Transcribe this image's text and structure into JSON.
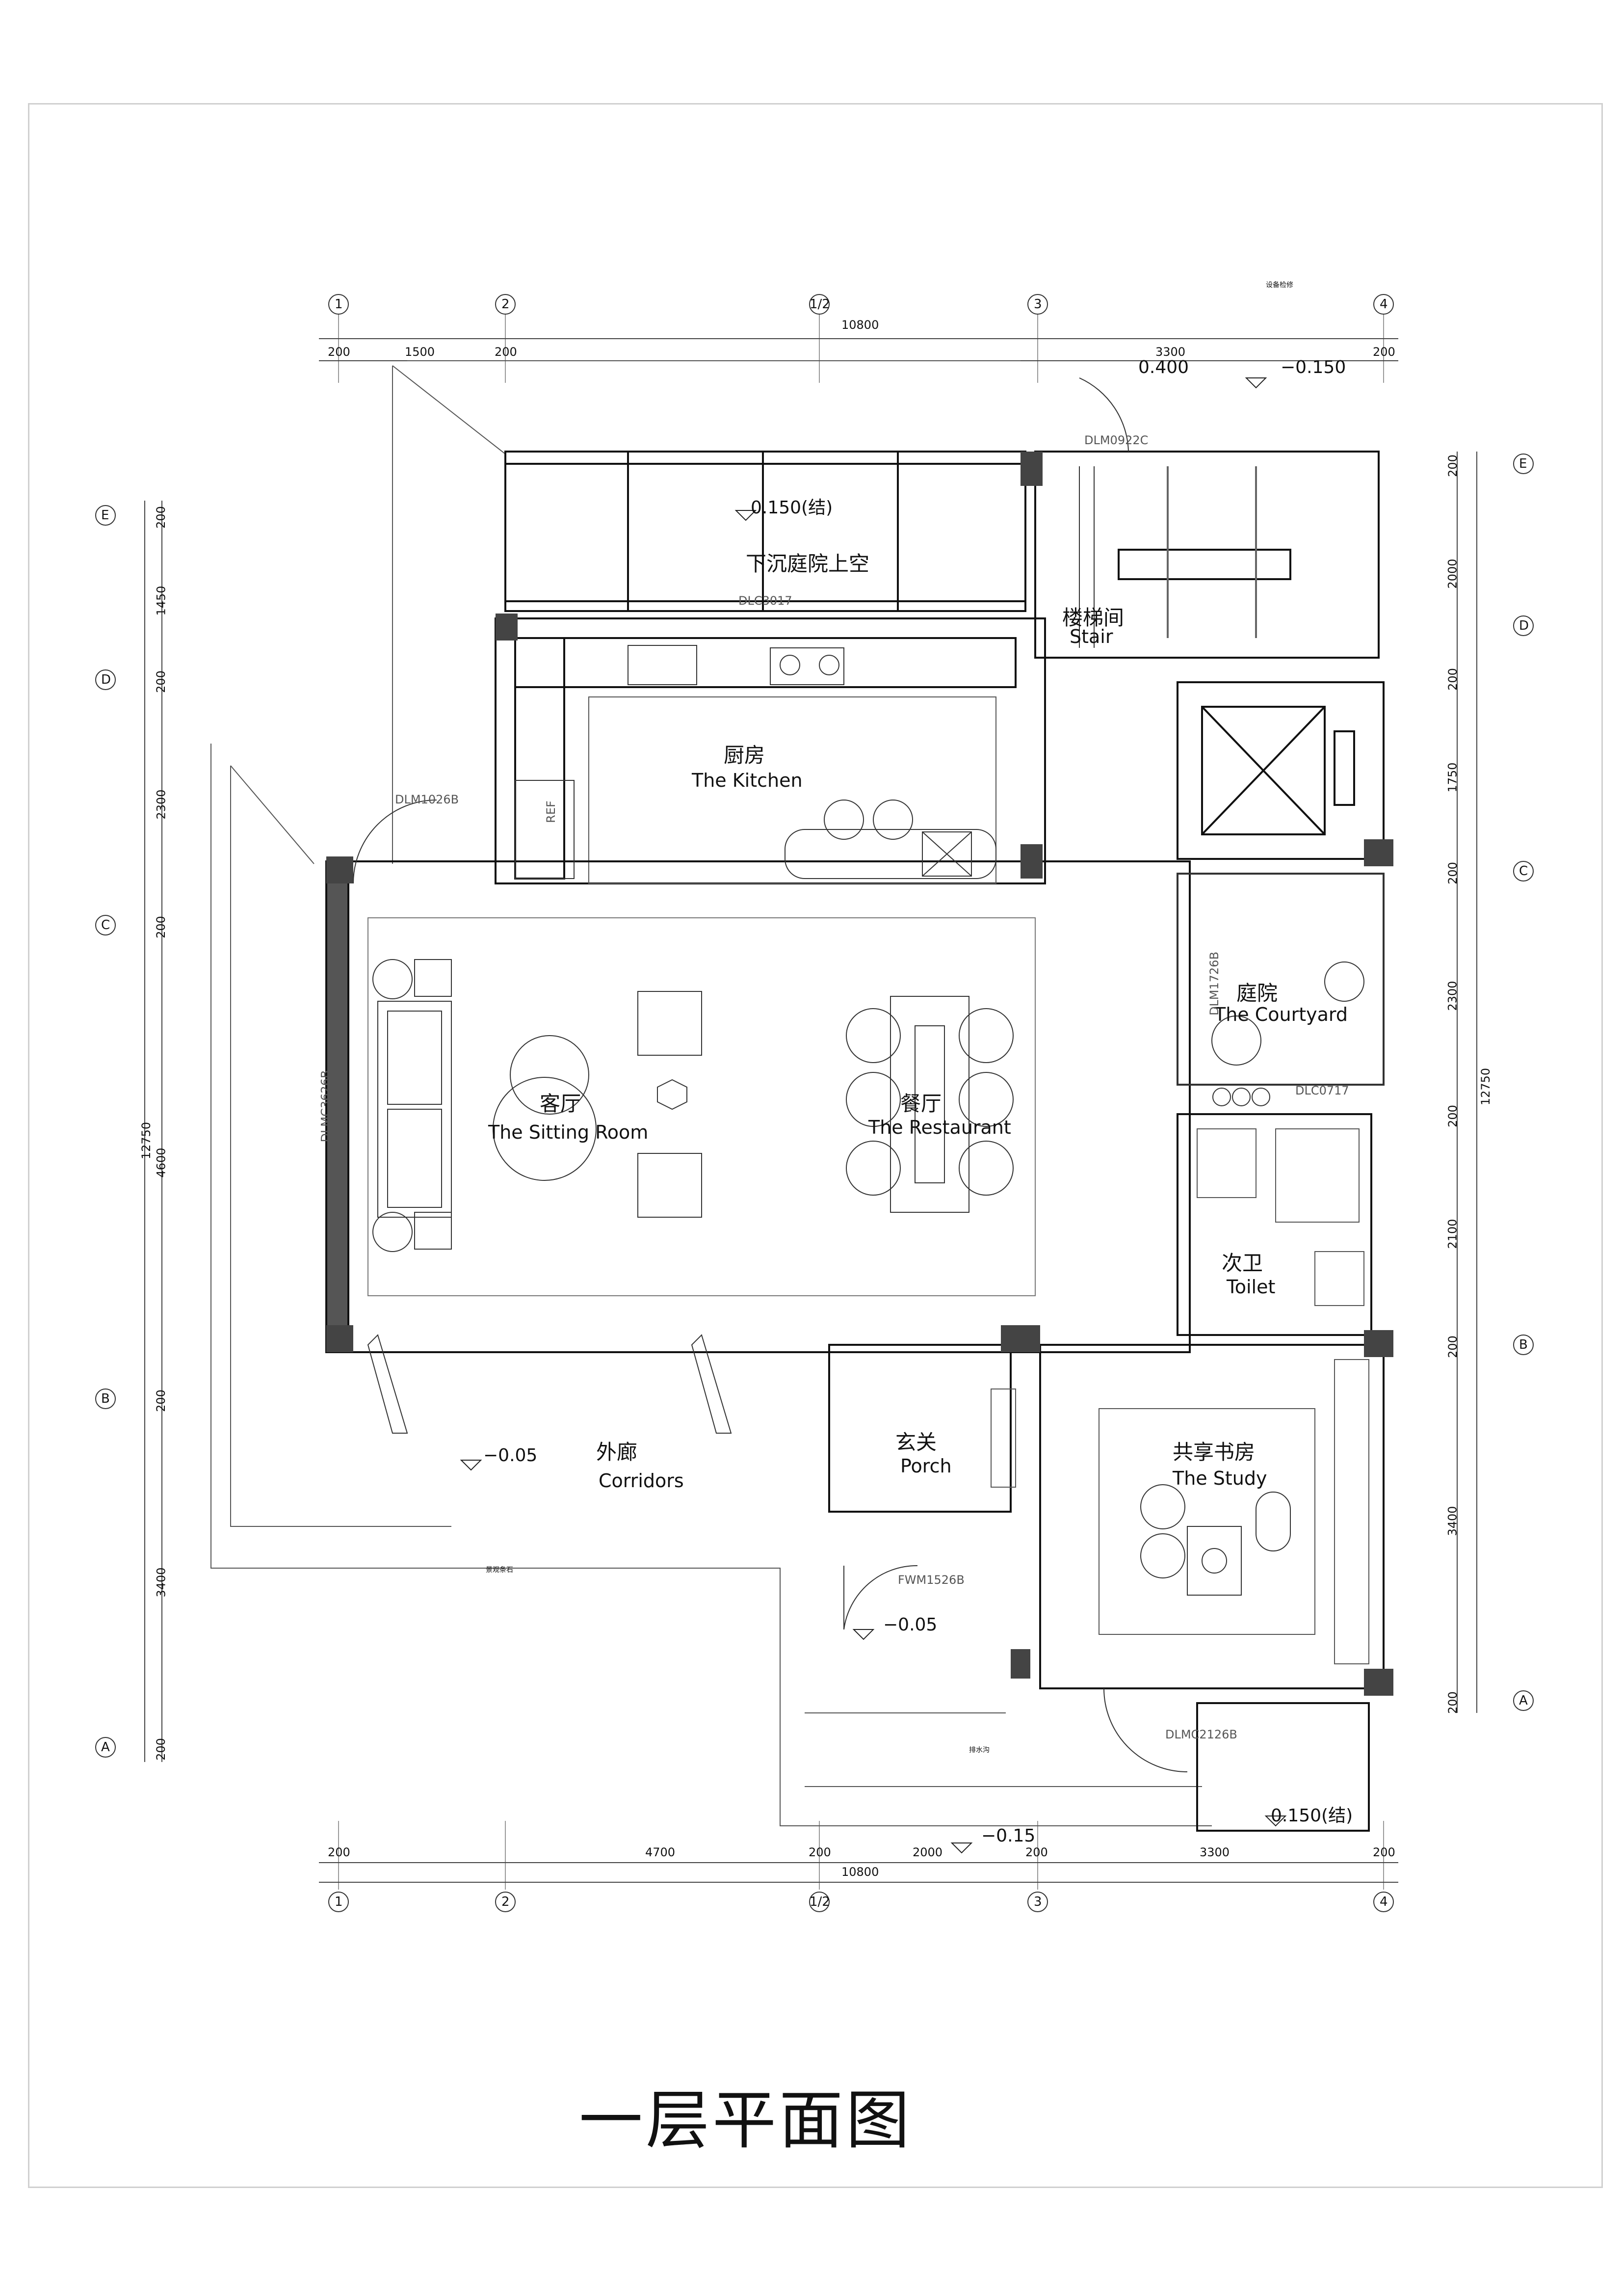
{
  "title": "一层平面图",
  "rooms": {
    "sunken_courtyard": "下沉庭院上空",
    "stair_cn": "楼梯间",
    "stair_en": "Stair",
    "kitchen_cn": "厨房",
    "kitchen_en": "The Kitchen",
    "sitting_cn": "客厅",
    "sitting_en": "The Sitting Room",
    "restaurant_cn": "餐厅",
    "restaurant_en": "The Restaurant",
    "courtyard_cn": "庭院",
    "courtyard_en": "The Courtyard",
    "toilet_cn": "次卫",
    "toilet_en": "Toilet",
    "corridor_cn": "外廊",
    "corridor_en": "Corridors",
    "porch_cn": "玄关",
    "porch_en": "Porch",
    "study_cn": "共享书房",
    "study_en": "The Study"
  },
  "tags": {
    "ref": "REF",
    "dlm0922c": "DLM0922C",
    "dlc3017": "DLC3017",
    "dlm1026b": "DLM1026B",
    "dlmc3626b": "DLMC3626B",
    "dlm1726b": "DLM1726B",
    "dlc0717": "DLC0717",
    "fwm1526b": "FWM1526B",
    "dlmc2126b": "DLMC2126B",
    "equip": "设备检修",
    "stone": "景观条石",
    "drain": "排水沟"
  },
  "levels": {
    "l0400": "0.400",
    "lm0150_top": "−0.150",
    "l0150_sunken": "0.150(结)",
    "lm005_corr": "−0.05",
    "lm005_porch": "−0.05",
    "lm015_bottom": "−0.15",
    "l0150_bottom": "0.150(结)"
  },
  "axes": {
    "a1": "1",
    "a2": "2",
    "a12": "1/2",
    "a3": "3",
    "a4": "4",
    "aE": "E",
    "aD": "D",
    "aC": "C",
    "aB": "B",
    "aA": "A"
  },
  "dims_top": {
    "total": "10800",
    "d200a": "200",
    "d1500": "1500",
    "d200b": "200",
    "d3300": "3300",
    "d200c": "200"
  },
  "dims_bottom": {
    "total": "10800",
    "d200a": "200",
    "d4700": "4700",
    "d200b": "200",
    "d2000": "2000",
    "d200c": "200",
    "d3300": "3300",
    "d200d": "200"
  },
  "dims_left": {
    "total": "12750",
    "d200e": "200",
    "d1450": "1450",
    "d200d": "200",
    "d2300": "2300",
    "d200c": "200",
    "d4600": "4600",
    "d200b": "200",
    "d3400": "3400",
    "d200a": "200"
  },
  "dims_right": {
    "total": "12750",
    "d200e": "200",
    "d2000": "2000",
    "d200d": "200",
    "d1750": "1750",
    "d200c": "200",
    "d2300": "2300",
    "d200b2": "200",
    "d2100": "2100",
    "d200b": "200",
    "d3400": "3400",
    "d200a": "200"
  }
}
